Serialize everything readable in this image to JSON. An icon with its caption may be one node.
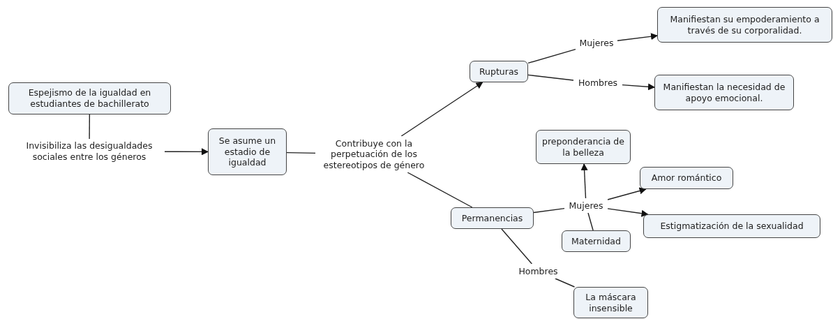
{
  "diagram": {
    "nodes": [
      {
        "text": [
          "Espejismo de la igualdad en estudiantes de bachillerato"
        ]
      },
      {
        "text": [
          "Invisibiliza las desigualdades sociales entre los géneros"
        ]
      },
      {
        "text": [
          "Se asume un estadio de igualdad"
        ]
      },
      {
        "text": [
          "Contribuye con la perpetuación de los estereotipos de género"
        ]
      },
      {
        "text": [
          "Rupturas"
        ]
      },
      {
        "text": [
          "Mujeres"
        ]
      },
      {
        "text": [
          "Hombres"
        ]
      },
      {
        "text": [
          "Manifiestan su empoderamiento a través de su corporalidad."
        ]
      },
      {
        "text": [
          "Manifiestan la necesidad de apoyo emocional."
        ]
      },
      {
        "text": [
          "preponderancia de la belleza"
        ]
      },
      {
        "text": [
          "Amor romántico"
        ]
      },
      {
        "text": [
          "Permanencias"
        ]
      },
      {
        "text": [
          "Mujeres"
        ]
      },
      {
        "text": [
          "Estigmatización de la sexualidad"
        ]
      },
      {
        "text": [
          "Maternidad"
        ]
      },
      {
        "text": [
          "Hombres"
        ]
      },
      {
        "text": [
          "La máscara insensible"
        ]
      }
    ],
    "edges": [
      {
        "from": 0,
        "to": 1,
        "arrow": "none"
      },
      {
        "from": 1,
        "to": 2,
        "arrow": "to"
      },
      {
        "from": 2,
        "to": 3,
        "arrow": "none"
      },
      {
        "from": 3,
        "to": 4,
        "arrow": "to"
      },
      {
        "from": 3,
        "to": 11,
        "arrow": "none"
      },
      {
        "from": 4,
        "to": 5,
        "arrow": "none"
      },
      {
        "from": 5,
        "to": 7,
        "arrow": "to"
      },
      {
        "from": 4,
        "to": 6,
        "arrow": "none"
      },
      {
        "from": 6,
        "to": 8,
        "arrow": "to"
      },
      {
        "from": 11,
        "to": 12,
        "arrow": "none"
      },
      {
        "from": 12,
        "to": 9,
        "arrow": "to"
      },
      {
        "from": 12,
        "to": 10,
        "arrow": "to"
      },
      {
        "from": 12,
        "to": 13,
        "arrow": "to"
      },
      {
        "from": 14,
        "to": 12,
        "arrow": "none"
      },
      {
        "from": 11,
        "to": 15,
        "arrow": "none"
      },
      {
        "from": 15,
        "to": 16,
        "arrow": "none"
      }
    ]
  }
}
